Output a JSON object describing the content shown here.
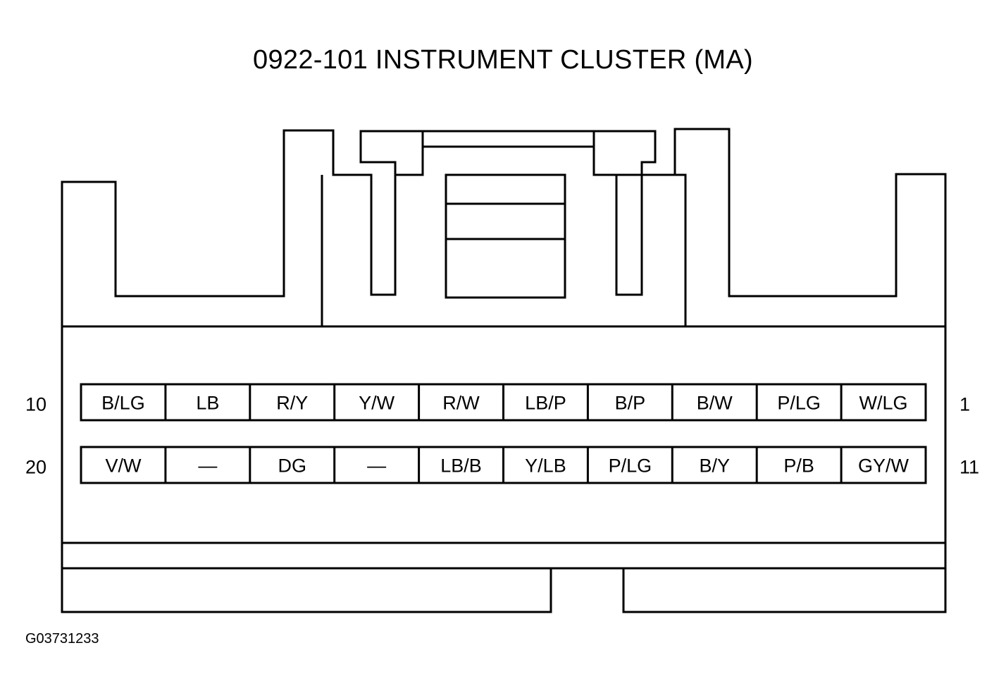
{
  "title": "0922-101 INSTRUMENT CLUSTER (MA)",
  "figure_id": "G03731233",
  "rows": [
    {
      "left_label": "10",
      "right_label": "1",
      "pins": [
        "B/LG",
        "LB",
        "R/Y",
        "Y/W",
        "R/W",
        "LB/P",
        "B/P",
        "B/W",
        "P/LG",
        "W/LG"
      ]
    },
    {
      "left_label": "20",
      "right_label": "11",
      "pins": [
        "V/W",
        "—",
        "DG",
        "—",
        "LB/B",
        "Y/LB",
        "P/LG",
        "B/Y",
        "P/B",
        "GY/W"
      ]
    }
  ]
}
